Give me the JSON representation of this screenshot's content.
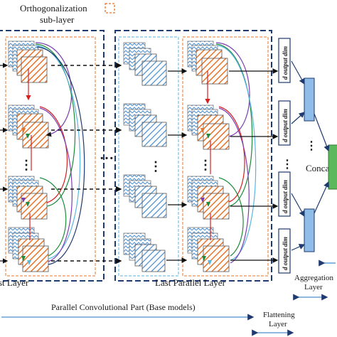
{
  "legend": {
    "title": "Orthogonalization",
    "subtitle": "sub-layer"
  },
  "labels": {
    "first_layer": "st Layer",
    "last_parallel_layer": "Last Parallel Layer",
    "concat": "Concat",
    "aggregation_line1": "Aggregation",
    "aggregation_line2": "Layer",
    "flattening_line1": "Flattening",
    "flattening_line2": "Layer",
    "parallel_part": "Parallel Convolutional Part (Base models)",
    "output_dim": "d output dim",
    "ellipsis": "…",
    "vdots": "⋮"
  },
  "colors": {
    "dark_blue": "#1f3a6e",
    "orange": "#e8742a",
    "light_blue": "#4a8fd0",
    "cyan": "#5ab6e0",
    "green": "#5cb85c",
    "node_blue": "#8fbde8",
    "red": "#d62020",
    "purple": "#7a3fb0",
    "dark_green": "#1e8a3a"
  }
}
